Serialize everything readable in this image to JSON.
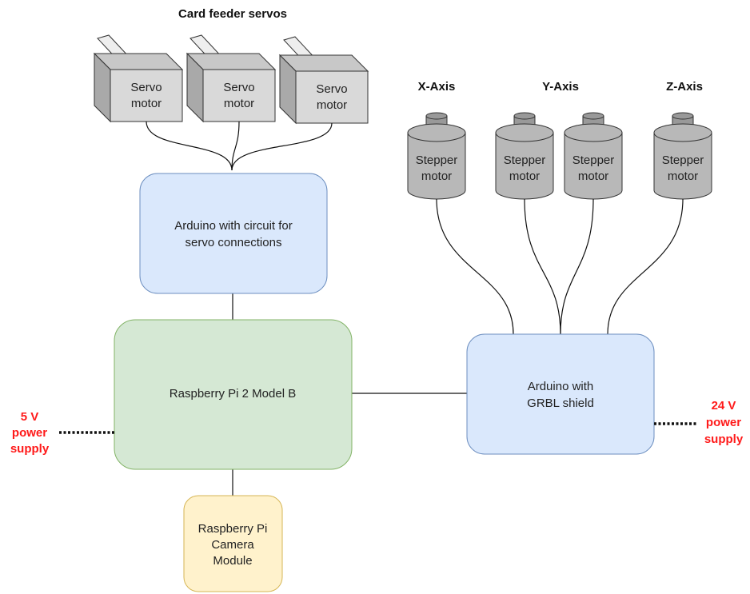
{
  "title": "Card feeder servos",
  "servo_label": [
    "Servo",
    "motor"
  ],
  "stepper_label": [
    "Stepper",
    "motor"
  ],
  "axes": {
    "x": "X-Axis",
    "y": "Y-Axis",
    "z": "Z-Axis"
  },
  "blocks": {
    "servo_arduino": [
      "Arduino with circuit for",
      "servo connections"
    ],
    "raspberry_pi": "Raspberry Pi 2 Model B",
    "grbl_arduino": [
      "Arduino with",
      "GRBL shield"
    ],
    "camera": [
      "Raspberry Pi",
      "Camera",
      "Module"
    ]
  },
  "power": {
    "left": [
      "5 V",
      "power",
      "supply"
    ],
    "right": [
      "24 V",
      "power",
      "supply"
    ]
  },
  "colors": {
    "servo_box_front": "#d9d9d9",
    "servo_box_top": "#c8c8c8",
    "servo_box_side": "#a9a9a9",
    "stepper_body": "#b8b8b8",
    "stepper_top": "#999999",
    "blue_fill": "#dae8fc",
    "blue_stroke": "#6c8ebf",
    "green_fill": "#d5e8d4",
    "green_stroke": "#82b366",
    "yellow_fill": "#fff2cc",
    "yellow_stroke": "#d6b656",
    "power_text": "#ff1a1a"
  }
}
